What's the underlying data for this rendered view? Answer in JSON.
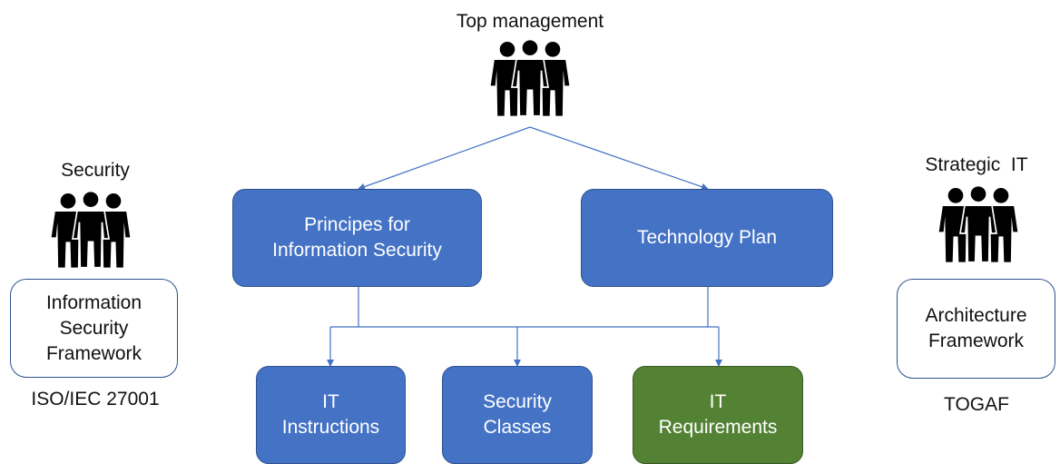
{
  "top_group": {
    "label": "Top management",
    "icon": "people-icon"
  },
  "security_group": {
    "label": "Security",
    "icon": "people-icon",
    "framework": "Information\nSecurity\nFramework",
    "standard": "ISO/IEC 27001"
  },
  "strategic_group": {
    "label": "Strategic  IT",
    "icon": "people-icon",
    "framework": "Architecture\nFramework",
    "standard": "TOGAF"
  },
  "boxes": {
    "principles": "Principes for\nInformation Security",
    "technology": "Technology Plan",
    "it_instructions": "IT\nInstructions",
    "security_classes": "Security\nClasses",
    "it_requirements": "IT\nRequirements"
  },
  "colors": {
    "box_blue": "#4472c4",
    "box_green": "#548235",
    "connector": "#4472c4"
  }
}
